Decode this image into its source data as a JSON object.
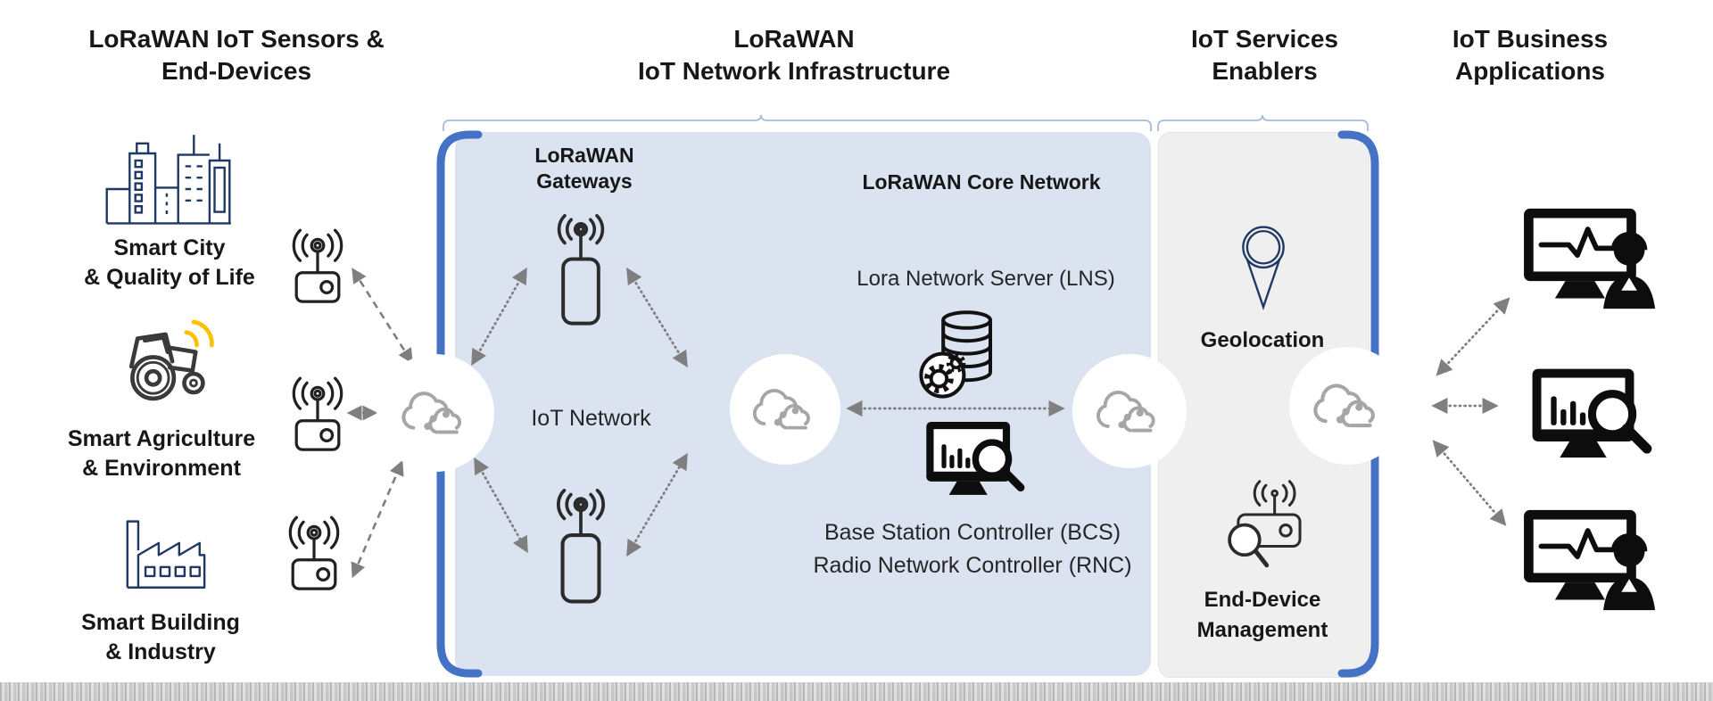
{
  "headers": {
    "sensors": "LoRaWAN IoT Sensors &\nEnd-Devices",
    "infrastructure": "LoRaWAN\nIoT Network Infrastructure",
    "enablers": "IoT Services\nEnablers",
    "applications": "IoT Business\nApplications"
  },
  "sensor_groups": [
    {
      "label": "Smart City\n& Quality of Life",
      "icon": "city-icon"
    },
    {
      "label": "Smart Agriculture\n& Environment",
      "icon": "tractor-icon"
    },
    {
      "label": "Smart Building\n& Industry",
      "icon": "factory-icon"
    }
  ],
  "infrastructure": {
    "gateways_label": "LoRaWAN\nGateways",
    "network_label": "IoT Network",
    "core_title": "LoRaWAN Core Network",
    "lns_label": "Lora Network Server (LNS)",
    "bcs_label": "Base Station Controller (BCS)",
    "rnc_label": "Radio Network Controller (RNC)"
  },
  "enablers": {
    "geolocation_label": "Geolocation",
    "device_management_label": "End-Device\nManagement"
  },
  "icon_names": [
    "city-icon",
    "tractor-icon",
    "factory-icon",
    "antenna-device-icon",
    "lorawan-gateway-icon",
    "iot-cloud-icon",
    "database-gears-icon",
    "monitor-analytics-search-icon",
    "monitor-operator-icon",
    "geolocation-pin-icon",
    "end-device-management-icon"
  ],
  "colors": {
    "infrastructure_box": "#dbe3f1",
    "enablers_box": "#efefef",
    "bracket_blue": "#4472c4",
    "brace_blue": "#a4bbdd",
    "arrow_gray": "#7f7f7f",
    "cloud_gray": "#a6a6a6",
    "icon_navy": "#1f3864",
    "icon_dark": "#3a3a3a",
    "signal_yellow": "#ffc000",
    "text_black": "#171717"
  }
}
